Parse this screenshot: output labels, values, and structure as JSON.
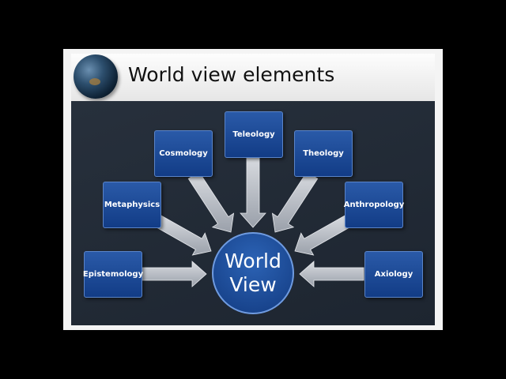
{
  "slide": {
    "title": "World view elements",
    "center_label": "World View",
    "elements": [
      {
        "id": "teleology",
        "label": "Teleology"
      },
      {
        "id": "cosmology",
        "label": "Cosmology"
      },
      {
        "id": "theology",
        "label": "Theology"
      },
      {
        "id": "metaphysics",
        "label": "Metaphysics"
      },
      {
        "id": "anthropology",
        "label": "Anthropology"
      },
      {
        "id": "epistemology",
        "label": "Epistemology"
      },
      {
        "id": "axiology",
        "label": "Axiology"
      }
    ],
    "colors": {
      "box": "#1f4b98",
      "arrow": "#b8bcc4",
      "panel": "#222b36"
    }
  }
}
